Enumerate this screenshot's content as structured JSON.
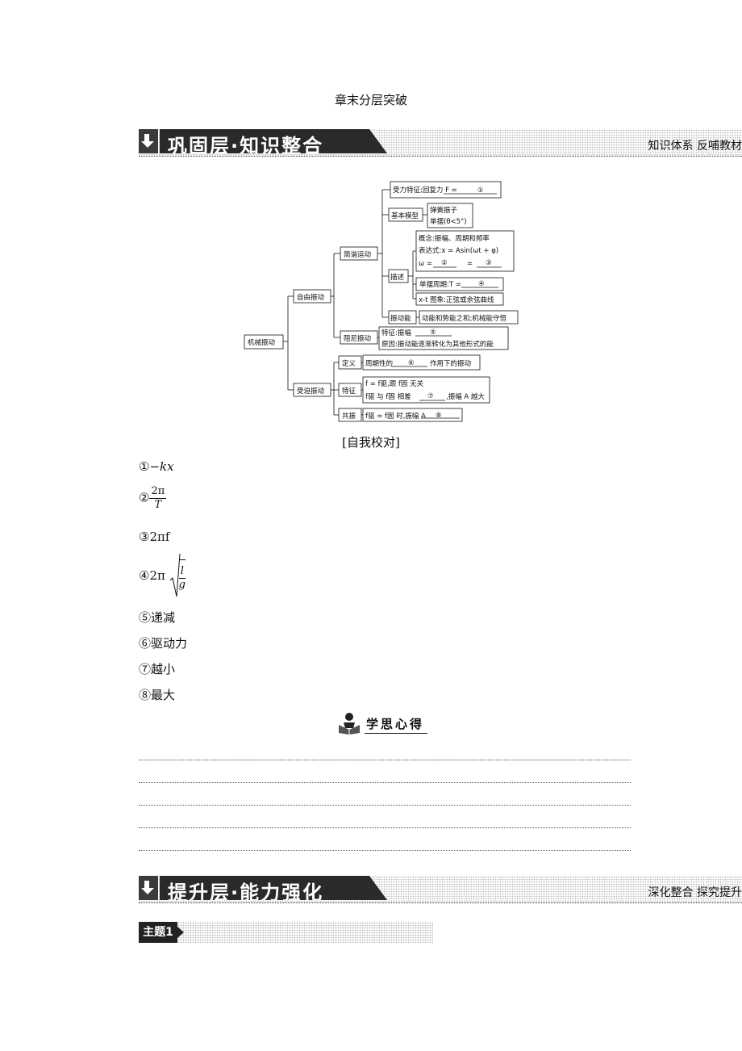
{
  "page_title": "章末分层突破",
  "section1": {
    "title": "巩固层·知识整合",
    "right": "知识体系  反哺教材"
  },
  "mindmap": {
    "root": "机械振动",
    "free": "自由振动",
    "shm": "简谐运动",
    "force": "受力特征;回复力 F =",
    "c1": "①",
    "model": "基本模型",
    "model_a": "弹簧振子",
    "model_b": "单摆(θ<5°)",
    "describe": "描述",
    "desc1": "概念:振幅、周期和频率",
    "desc2": "表达式:x = Asin(ωt + φ)",
    "desc3a": "ω =",
    "c2": "②",
    "desc3b": "=",
    "c3": "③",
    "pend": "单摆周期:T =",
    "c4": "④",
    "graph": "x-t 图象:正弦或余弦曲线",
    "energy": "振动能",
    "energy_desc": "动能和势能之和;机械能守恒",
    "damped": "阻尼振动",
    "damp1": "特征:振幅",
    "c5": "⑤",
    "damp2": "原因:振动能逐渐转化为其他形式的能",
    "forced": "受迫振动",
    "def": "定义",
    "def_a": "周期性的",
    "c6": "⑥",
    "def_b": "作用下的振动",
    "feat": "特征",
    "feat1": "f = f驱,跟 f固 无关",
    "feat2a": "f驱 与 f固 相差",
    "c7": "⑦",
    "feat2b": ",振幅 A 越大",
    "res": "共振",
    "res_a": "f驱 = f固 时,振幅 A",
    "c8": "⑧"
  },
  "answers_title": "[自我校对]",
  "answers": {
    "a1_mark": "①",
    "a1": "−kx",
    "a2_mark": "②",
    "a2_num": "2π",
    "a2_den": "T",
    "a3_mark": "③",
    "a3": "2πf",
    "a4_mark": "④",
    "a4_pre": "2π",
    "a4_num": "l",
    "a4_den": "g",
    "a5": "⑤递减",
    "a6": "⑥驱动力",
    "a7": "⑦越小",
    "a8": "⑧最大"
  },
  "notes_title": "学思心得",
  "section2": {
    "title": "提升层·能力强化",
    "right": "深化整合  探究提升"
  },
  "topic_label": "主题1"
}
